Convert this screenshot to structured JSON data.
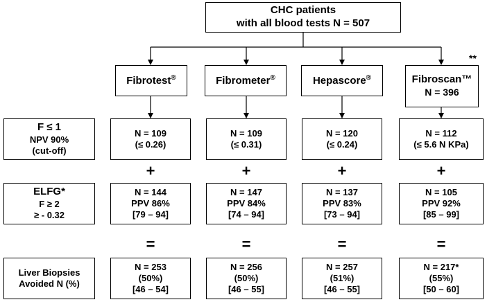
{
  "top": {
    "line1": "CHC patients",
    "line2": "with all blood tests N = 507"
  },
  "tests": [
    {
      "name": "Fibrotest",
      "mark": "®",
      "n": ""
    },
    {
      "name": "Fibrometer",
      "mark": "®",
      "n": ""
    },
    {
      "name": "Hepascore",
      "mark": "®",
      "n": ""
    },
    {
      "name": "Fibroscan™",
      "mark": "",
      "n": "N = 396"
    }
  ],
  "fibroscan_note": "**",
  "rows": {
    "f1": {
      "label": [
        "F ≤ 1",
        "NPV 90%",
        "(cut-off)"
      ],
      "cells": [
        [
          "N = 109",
          "(≤ 0.26)"
        ],
        [
          "N = 109",
          "(≤ 0.31)"
        ],
        [
          "N = 120",
          "(≤ 0.24)"
        ],
        [
          "N = 112",
          "(≤ 5.6 N KPa)"
        ]
      ]
    },
    "plus": "+",
    "elfg": {
      "label": [
        "ELFG*",
        "F ≥ 2",
        "≥ - 0.32"
      ],
      "cells": [
        [
          "N = 144",
          "PPV 86%",
          "[79 – 94]"
        ],
        [
          "N = 147",
          "PPV 84%",
          "[74 – 94]"
        ],
        [
          "N = 137",
          "PPV 83%",
          "[73 – 94]"
        ],
        [
          "N = 105",
          "PPV 92%",
          "[85 – 99]"
        ]
      ]
    },
    "equals": "=",
    "avoided": {
      "label": [
        "Liver Biopsies",
        "Avoided N (%)"
      ],
      "cells": [
        [
          "N = 253",
          "(50%)",
          "[46 – 54]"
        ],
        [
          "N = 256",
          "(50%)",
          "[46 – 55]"
        ],
        [
          "N = 257",
          "(51%)",
          "[46 – 55]"
        ],
        [
          "N = 217*",
          "(55%)",
          "[50 – 60]"
        ]
      ]
    }
  }
}
